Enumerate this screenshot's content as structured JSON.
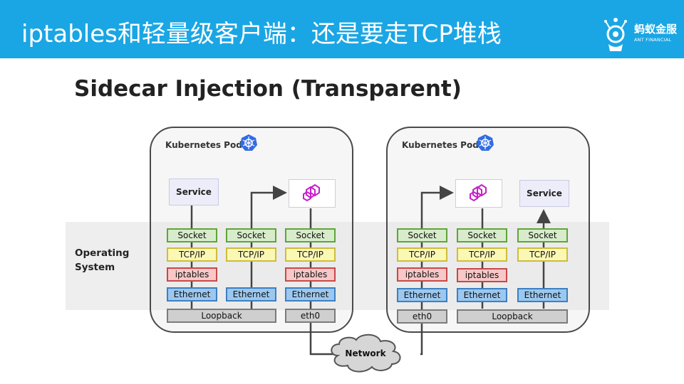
{
  "header": {
    "title": "iptables和轻量级客户端：还是要走TCP堆栈",
    "logo_text": "蚂蚁金服",
    "logo_sub": "ANT FINANCIAL"
  },
  "slide": {
    "title": "Sidecar Injection (Transparent)",
    "os_label": "Operating System"
  },
  "pods": [
    {
      "label": "Kubernetes Pod",
      "service": "Service",
      "col1": {
        "socket": "Socket",
        "tcpip": "TCP/IP",
        "iptables": "iptables",
        "ethernet": "Ethernet"
      },
      "col2": {
        "socket": "Socket",
        "tcpip": "TCP/IP",
        "ethernet": "Ethernet"
      },
      "col3": {
        "socket": "Socket",
        "tcpip": "TCP/IP",
        "iptables": "iptables",
        "ethernet": "Ethernet"
      },
      "loopback": "Loopback",
      "eth0": "eth0"
    },
    {
      "label": "Kubernetes Pod",
      "service": "Service",
      "col1": {
        "socket": "Socket",
        "tcpip": "TCP/IP",
        "iptables": "iptables",
        "ethernet": "Ethernet"
      },
      "col2": {
        "socket": "Socket",
        "tcpip": "TCP/IP",
        "iptables": "iptables",
        "ethernet": "Ethernet"
      },
      "col3": {
        "socket": "Socket",
        "tcpip": "TCP/IP",
        "ethernet": "Ethernet"
      },
      "loopback": "Loopback",
      "eth0": "eth0"
    }
  ],
  "network_label": "Network",
  "colors": {
    "header_bg": "#1aa6e4",
    "socket": "#5ea53a",
    "tcpip": "#cdbd3d",
    "iptables": "#c84848",
    "ethernet": "#3d7fc4",
    "loopback": "#7b7b7b",
    "k8s": "#326ce5",
    "envoy": "#c81fc8"
  }
}
